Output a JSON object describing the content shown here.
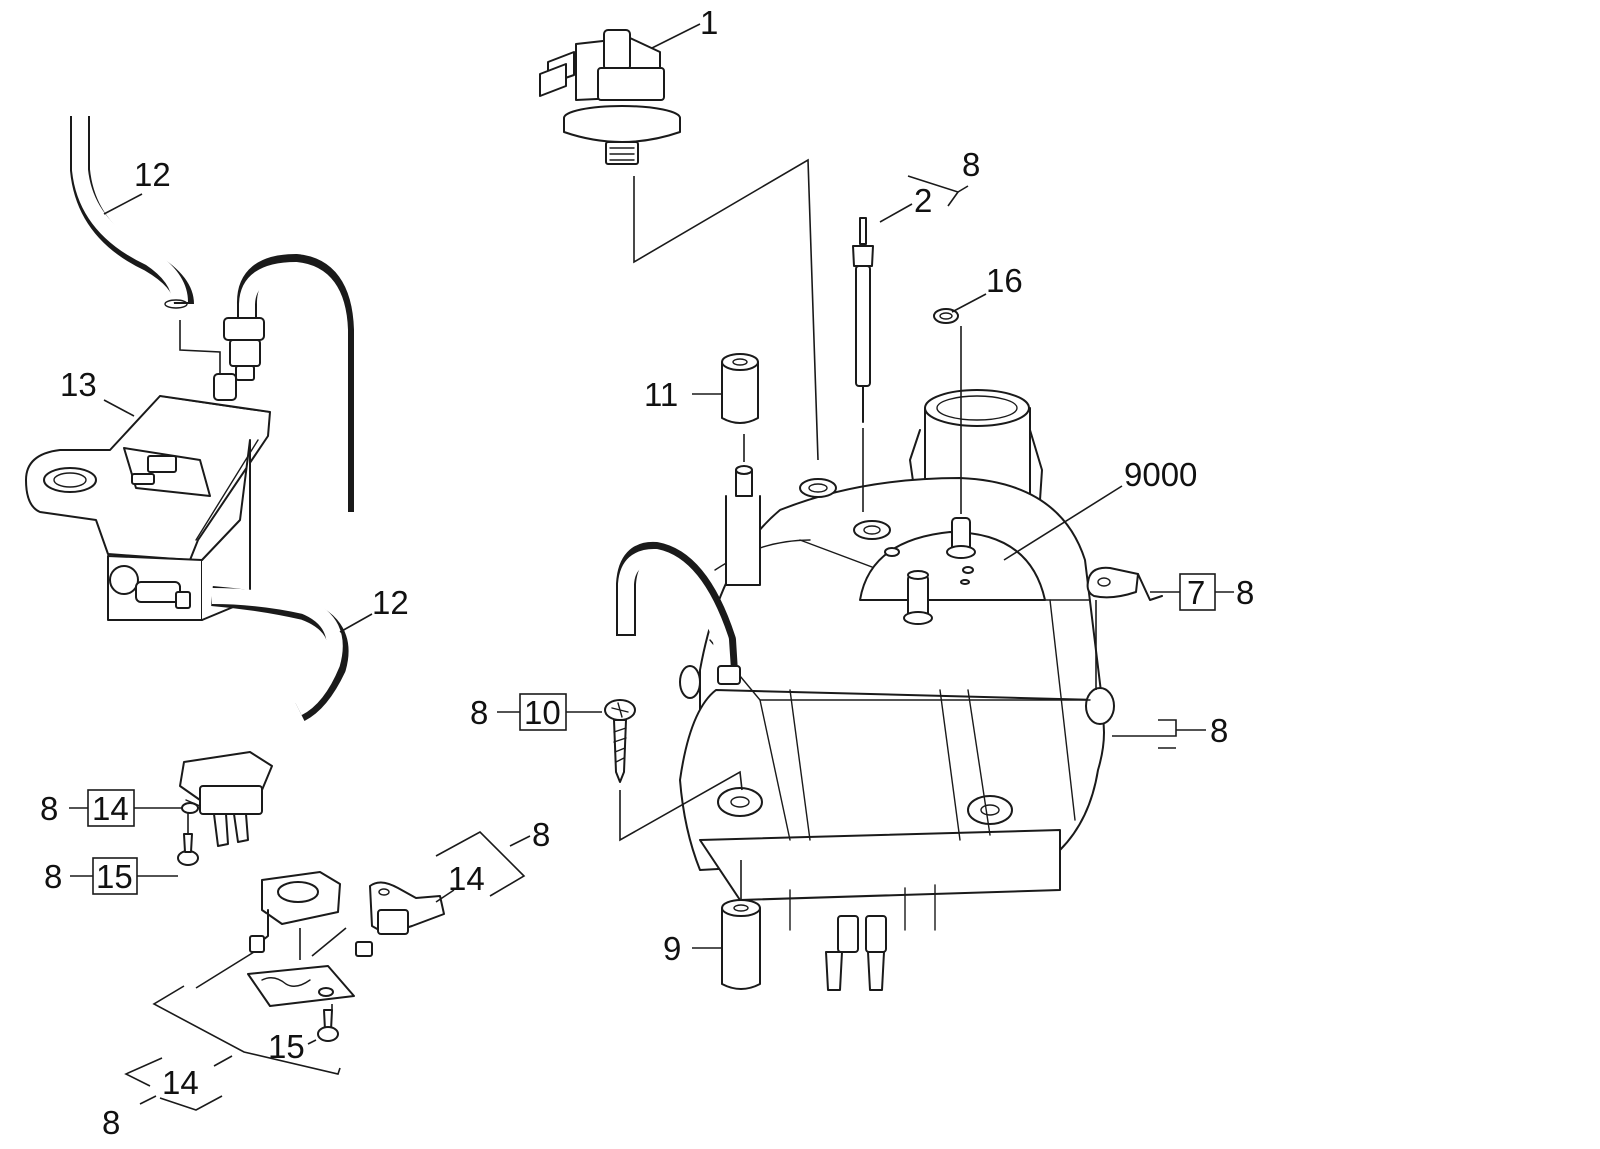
{
  "callouts": {
    "c1": "1",
    "c2": "2",
    "c2_ref": "8",
    "c16": "16",
    "c11": "11",
    "c9000": "9000",
    "c7": "7",
    "c7_ref": "8",
    "c_cover_ref": "8",
    "c10": "10",
    "c10_ref": "8",
    "c9": "9",
    "c12_top": "12",
    "c12_bottom": "12",
    "c13": "13",
    "c14_box": "14",
    "c14_box_ref": "8",
    "c15_box": "15",
    "c15_box_ref": "8",
    "c14_mid": "14",
    "c14_mid_ref": "8",
    "c15_bottom": "15",
    "c14_bottom": "14",
    "c14_bottom_ref": "8"
  }
}
